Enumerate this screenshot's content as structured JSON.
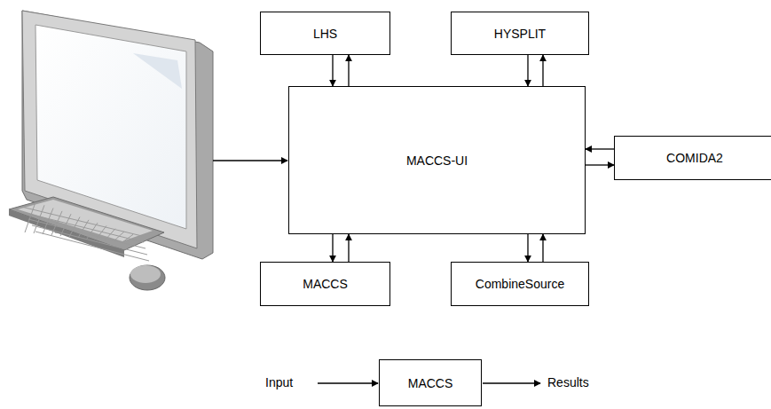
{
  "diagram": {
    "nodes": [
      {
        "text": [
          "MACCS-UI"
        ]
      },
      {
        "text": [
          "LHS"
        ]
      },
      {
        "text": [
          "HYSPLIT"
        ]
      },
      {
        "text": [
          "COMIDA2"
        ]
      },
      {
        "text": [
          "MACCS"
        ]
      },
      {
        "text": [
          "CombineSource"
        ]
      },
      {
        "text": [
          "MACCS"
        ]
      }
    ],
    "edges": [
      {
        "from": 1,
        "to": 0,
        "arrow": "to"
      },
      {
        "from": 0,
        "to": 1,
        "arrow": "to"
      },
      {
        "from": 2,
        "to": 0,
        "arrow": "to"
      },
      {
        "from": 0,
        "to": 2,
        "arrow": "to"
      },
      {
        "from": 3,
        "to": 0,
        "arrow": "to"
      },
      {
        "from": 0,
        "to": 3,
        "arrow": "to"
      },
      {
        "from": 0,
        "to": 4,
        "arrow": "to"
      },
      {
        "from": 4,
        "to": 0,
        "arrow": "to"
      },
      {
        "from": 0,
        "to": 5,
        "arrow": "to"
      },
      {
        "from": 5,
        "to": 0,
        "arrow": "to"
      }
    ],
    "labels": [
      "Input",
      "Results"
    ]
  }
}
